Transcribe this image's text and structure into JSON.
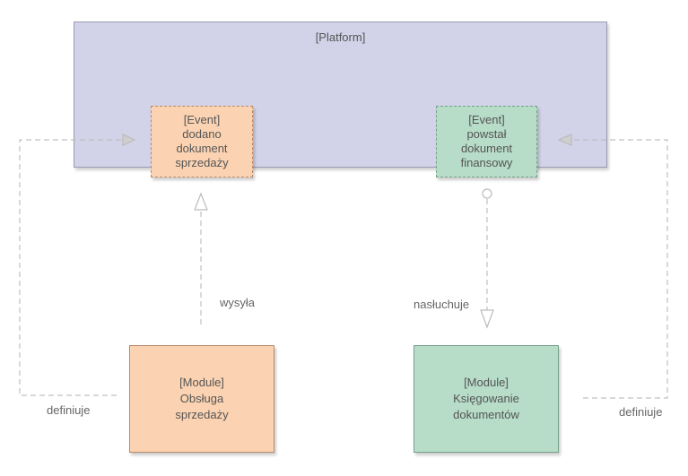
{
  "platform": {
    "label": "[Platform]"
  },
  "events": {
    "sales": {
      "stereotype": "[Event]",
      "line1": "dodano",
      "line2": "dokument",
      "line3": "sprzedaży"
    },
    "finance": {
      "stereotype": "[Event]",
      "line1": "powstał",
      "line2": "dokument",
      "line3": "finansowy"
    }
  },
  "modules": {
    "sales": {
      "stereotype": "[Module]",
      "line1": "Obsługa",
      "line2": "sprzedaży"
    },
    "finance": {
      "stereotype": "[Module]",
      "line1": "Księgowanie",
      "line2": "dokumentów"
    }
  },
  "edges": {
    "sends": "wysyła",
    "listens": "nasłuchuje",
    "defines_left": "definiuje",
    "defines_right": "definiuje"
  },
  "colors": {
    "platform_fill": "#d2d2e8",
    "sales_fill": "#fbd3b2",
    "finance_fill": "#b7dcc8",
    "line": "#c0c0c0",
    "text": "#555555"
  }
}
